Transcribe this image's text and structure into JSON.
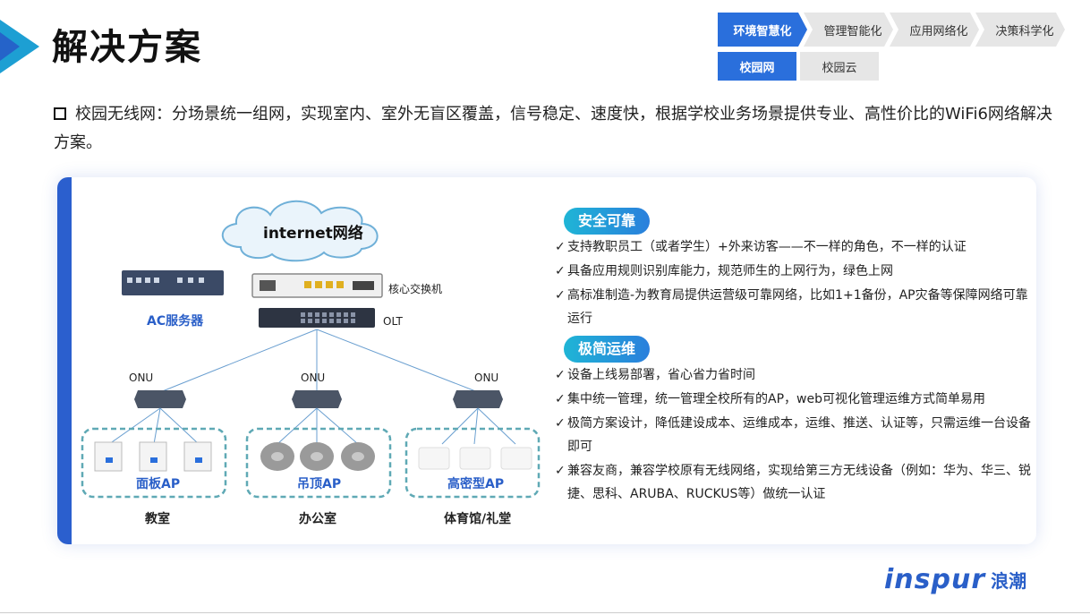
{
  "title": "解决方案",
  "steps": [
    "环境智慧化",
    "管理智能化",
    "应用网络化",
    "决策科学化"
  ],
  "subtabs": [
    "校园网",
    "校园云"
  ],
  "intro": "校园无线网：分场景统一组网，实现室内、室外无盲区覆盖，信号稳定、速度快，根据学校业务场景提供专业、高性价比的WiFi6网络解决方案。",
  "diagram": {
    "cloud": "internet网络",
    "core_switch": "核心交换机",
    "ac_server": "AC服务器",
    "olt": "OLT",
    "onu": "ONU",
    "groups": [
      {
        "ap": "面板AP",
        "place": "教室"
      },
      {
        "ap": "吊顶AP",
        "place": "办公室"
      },
      {
        "ap": "高密型AP",
        "place": "体育馆/礼堂"
      }
    ]
  },
  "features": {
    "safe_title": "安全可靠",
    "safe_items": [
      "支持教职员工（或者学生）+外来访客——不一样的角色，不一样的认证",
      "具备应用规则识别库能力，规范师生的上网行为，绿色上网",
      "高标准制造-为教育局提供运营级可靠网络，比如1+1备份，AP灾备等保障网络可靠运行"
    ],
    "ops_title": "极简运维",
    "ops_items": [
      "设备上线易部署，省心省力省时间",
      "集中统一管理，统一管理全校所有的AP，web可视化管理运维方式简单易用",
      "极简方案设计，降低建设成本、运维成本，运维、推送、认证等，只需运维一台设备即可",
      "兼容友商，兼容学校原有无线网络，实现给第三方无线设备（例如：华为、华三、锐捷、思科、ARUBA、RUCKUS等）做统一认证"
    ],
    "check": "✓"
  },
  "logo": {
    "en": "inspur",
    "cn": "浪潮"
  },
  "colors": {
    "accent": "#2a6fdc",
    "teal": "#1fb5d6",
    "dash": "#5fa9b5"
  }
}
